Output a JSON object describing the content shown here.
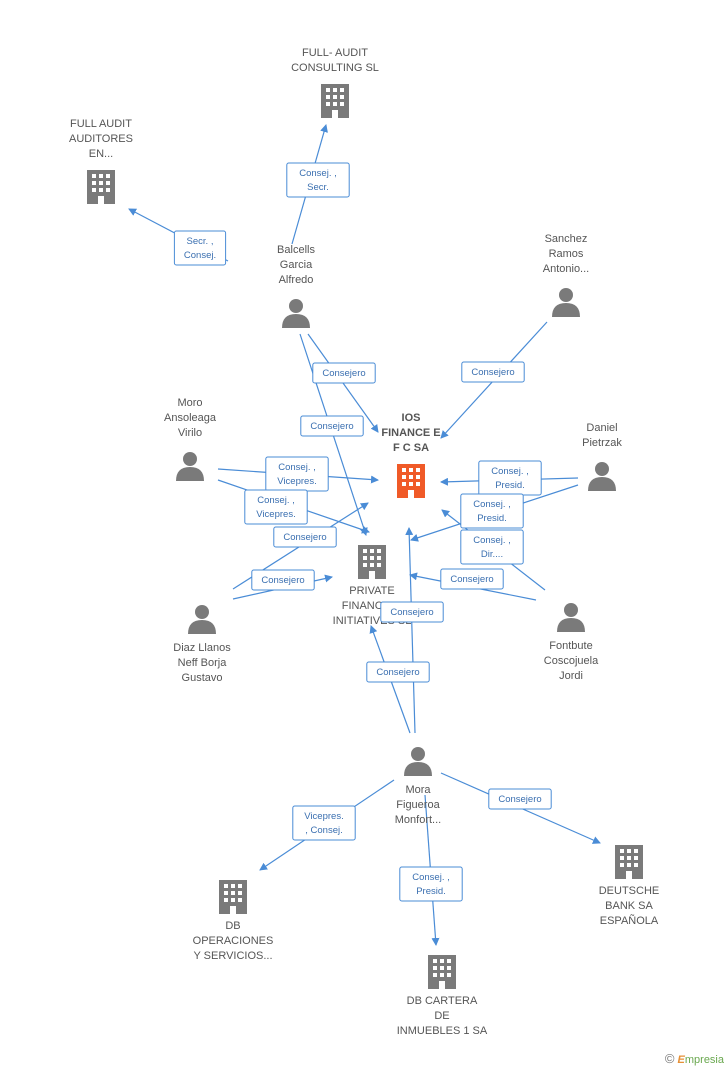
{
  "colors": {
    "edge": "#4a8cd6",
    "node": "#7a7a7a",
    "focus": "#f05a28"
  },
  "nodes": [
    {
      "id": "ios",
      "type": "company",
      "focus": true,
      "lines": [
        "IOS",
        "FINANCE E",
        "F C SA"
      ]
    },
    {
      "id": "fullaudit_consulting",
      "type": "company",
      "lines": [
        "FULL- AUDIT",
        "CONSULTING SL"
      ]
    },
    {
      "id": "fullaudit_auditores",
      "type": "company",
      "lines": [
        "FULL AUDIT",
        "AUDITORES",
        "EN..."
      ]
    },
    {
      "id": "private",
      "type": "company",
      "lines": [
        "PRIVATE",
        "FINANCING",
        "INITIATIVES SL"
      ]
    },
    {
      "id": "deutsche",
      "type": "company",
      "lines": [
        "DEUTSCHE",
        "BANK SA",
        "ESPAÑOLA"
      ]
    },
    {
      "id": "db_operaciones",
      "type": "company",
      "lines": [
        "DB",
        "OPERACIONES",
        "Y SERVICIOS..."
      ]
    },
    {
      "id": "db_cartera",
      "type": "company",
      "lines": [
        "DB CARTERA",
        "DE",
        "INMUEBLES 1 SA"
      ]
    },
    {
      "id": "balcells",
      "type": "person",
      "lines": [
        "Balcells",
        "Garcia",
        "Alfredo"
      ]
    },
    {
      "id": "sanchez",
      "type": "person",
      "lines": [
        "Sanchez",
        "Ramos",
        "Antonio..."
      ]
    },
    {
      "id": "moro",
      "type": "person",
      "lines": [
        "Moro",
        "Ansoleaga",
        "Virilo"
      ]
    },
    {
      "id": "daniel",
      "type": "person",
      "lines": [
        "Daniel",
        "Pietrzak"
      ]
    },
    {
      "id": "diaz",
      "type": "person",
      "lines": [
        "Diaz Llanos",
        "Neff Borja",
        "Gustavo"
      ]
    },
    {
      "id": "fontbute",
      "type": "person",
      "lines": [
        "Fontbute",
        "Coscojuela",
        "Jordi"
      ]
    },
    {
      "id": "mora",
      "type": "person",
      "lines": [
        "Mora",
        "Figueroa",
        "Monfort..."
      ]
    }
  ],
  "edges": [
    {
      "from": "balcells",
      "to": "fullaudit_consulting",
      "label": [
        "Consej. ,",
        "Secr."
      ]
    },
    {
      "from": "balcells",
      "to": "fullaudit_auditores",
      "label": [
        "Secr. ,",
        "Consej."
      ]
    },
    {
      "from": "balcells",
      "to": "ios",
      "label": [
        "Consejero"
      ]
    },
    {
      "from": "balcells",
      "to": "private",
      "label": [
        "Consejero"
      ]
    },
    {
      "from": "sanchez",
      "to": "ios",
      "label": [
        "Consejero"
      ]
    },
    {
      "from": "moro",
      "to": "ios",
      "label": [
        "Consej. ,",
        "Vicepres."
      ]
    },
    {
      "from": "moro",
      "to": "private",
      "label": [
        "Consej. ,",
        "Vicepres."
      ]
    },
    {
      "from": "daniel",
      "to": "ios",
      "label": [
        "Consej. ,",
        "Presid."
      ]
    },
    {
      "from": "daniel",
      "to": "private",
      "label": [
        "Consej. ,",
        "Presid."
      ]
    },
    {
      "from": "diaz",
      "to": "ios",
      "label": [
        "Consejero"
      ]
    },
    {
      "from": "diaz",
      "to": "private",
      "label": [
        "Consejero"
      ]
    },
    {
      "from": "fontbute",
      "to": "ios",
      "label": [
        "Consej. ,",
        "Dir...."
      ]
    },
    {
      "from": "fontbute",
      "to": "private",
      "label": [
        "Consejero"
      ]
    },
    {
      "from": "mora",
      "to": "ios",
      "label": [
        "Consejero"
      ]
    },
    {
      "from": "mora",
      "to": "private",
      "label": [
        "Consejero"
      ]
    },
    {
      "from": "mora",
      "to": "db_operaciones",
      "label": [
        "Vicepres.",
        ", Consej."
      ]
    },
    {
      "from": "mora",
      "to": "db_cartera",
      "label": [
        "Consej. ,",
        "Presid."
      ]
    },
    {
      "from": "mora",
      "to": "deutsche",
      "label": [
        "Consejero"
      ]
    }
  ],
  "credit": {
    "copyright": "©",
    "brand_initial": "E",
    "brand_rest": "mpresia"
  }
}
